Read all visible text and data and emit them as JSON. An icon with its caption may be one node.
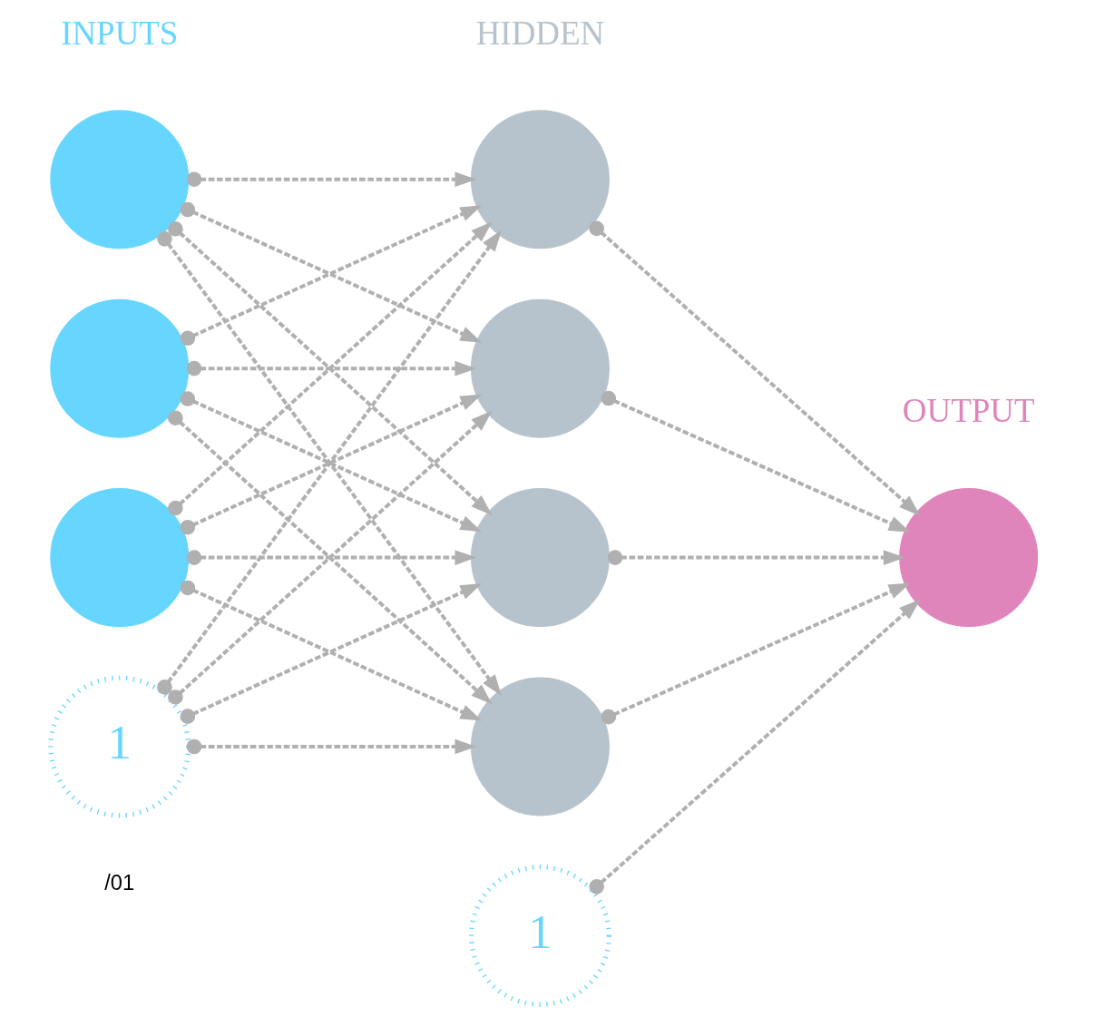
{
  "diagram": {
    "nodes": [
      {
        "text": [],
        "shape": "circle"
      },
      {
        "text": [],
        "shape": "circle"
      },
      {
        "text": [],
        "shape": "circle"
      },
      {
        "text": [
          "1"
        ]
      },
      {
        "text": [],
        "shape": "circle"
      },
      {
        "text": [],
        "shape": "circle"
      },
      {
        "text": [],
        "shape": "circle"
      },
      {
        "text": [],
        "shape": "circle"
      },
      {
        "text": [
          "1"
        ]
      },
      {
        "text": [],
        "shape": "circle"
      }
    ],
    "edges": [
      {
        "from": 0,
        "to": 4,
        "arrow": "to",
        "style": "dashed"
      },
      {
        "from": 0,
        "to": 5,
        "arrow": "to",
        "style": "dashed"
      },
      {
        "from": 0,
        "to": 6,
        "arrow": "to",
        "style": "dashed"
      },
      {
        "from": 0,
        "to": 7,
        "arrow": "to",
        "style": "dashed"
      },
      {
        "from": 1,
        "to": 4,
        "arrow": "to",
        "style": "dashed"
      },
      {
        "from": 1,
        "to": 5,
        "arrow": "to",
        "style": "dashed"
      },
      {
        "from": 1,
        "to": 6,
        "arrow": "to",
        "style": "dashed"
      },
      {
        "from": 1,
        "to": 7,
        "arrow": "to",
        "style": "dashed"
      },
      {
        "from": 2,
        "to": 4,
        "arrow": "to",
        "style": "dashed"
      },
      {
        "from": 2,
        "to": 5,
        "arrow": "to",
        "style": "dashed"
      },
      {
        "from": 2,
        "to": 6,
        "arrow": "to",
        "style": "dashed"
      },
      {
        "from": 2,
        "to": 7,
        "arrow": "to",
        "style": "dashed"
      },
      {
        "from": 3,
        "to": 4,
        "arrow": "to",
        "style": "dashed"
      },
      {
        "from": 3,
        "to": 5,
        "arrow": "to",
        "style": "dashed"
      },
      {
        "from": 3,
        "to": 6,
        "arrow": "to",
        "style": "dashed"
      },
      {
        "from": 3,
        "to": 7,
        "arrow": "to",
        "style": "dashed"
      },
      {
        "from": 4,
        "to": 9,
        "arrow": "to",
        "style": "dashed"
      },
      {
        "from": 5,
        "to": 9,
        "arrow": "to",
        "style": "dashed"
      },
      {
        "from": 6,
        "to": 9,
        "arrow": "to",
        "style": "dashed"
      },
      {
        "from": 7,
        "to": 9,
        "arrow": "to",
        "style": "dashed"
      },
      {
        "from": 8,
        "to": 9,
        "arrow": "to",
        "style": "dashed"
      }
    ],
    "labels": [
      "INPUTS",
      "HIDDEN",
      "OUTPUT",
      "/01"
    ]
  }
}
